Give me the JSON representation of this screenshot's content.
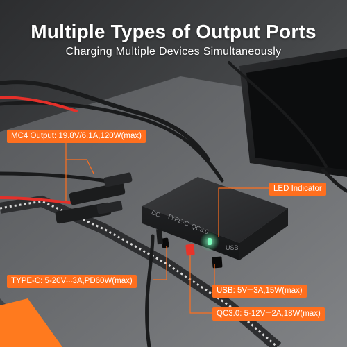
{
  "header": {
    "title": "Multiple Types of Output Ports",
    "subtitle": "Charging Multiple Devices Simultaneously"
  },
  "device": {
    "port_labels": [
      "DC",
      "TYPE-C",
      "QC3.0",
      "USB"
    ]
  },
  "callouts": {
    "mc4": "MC4 Output: 19.8V/6.1A,120W(max)",
    "led": "LED Indicator",
    "typec": "TYPE-C: 5-20V⎓3A,PD60W(max)",
    "usb": "USB: 5V⎓3A,15W(max)",
    "qc": "QC3.0: 5-12V⎓2A,18W(max)"
  },
  "colors": {
    "accent": "#ff6f1e",
    "led": "#5dffb0",
    "qc_port": "#e8342a"
  }
}
